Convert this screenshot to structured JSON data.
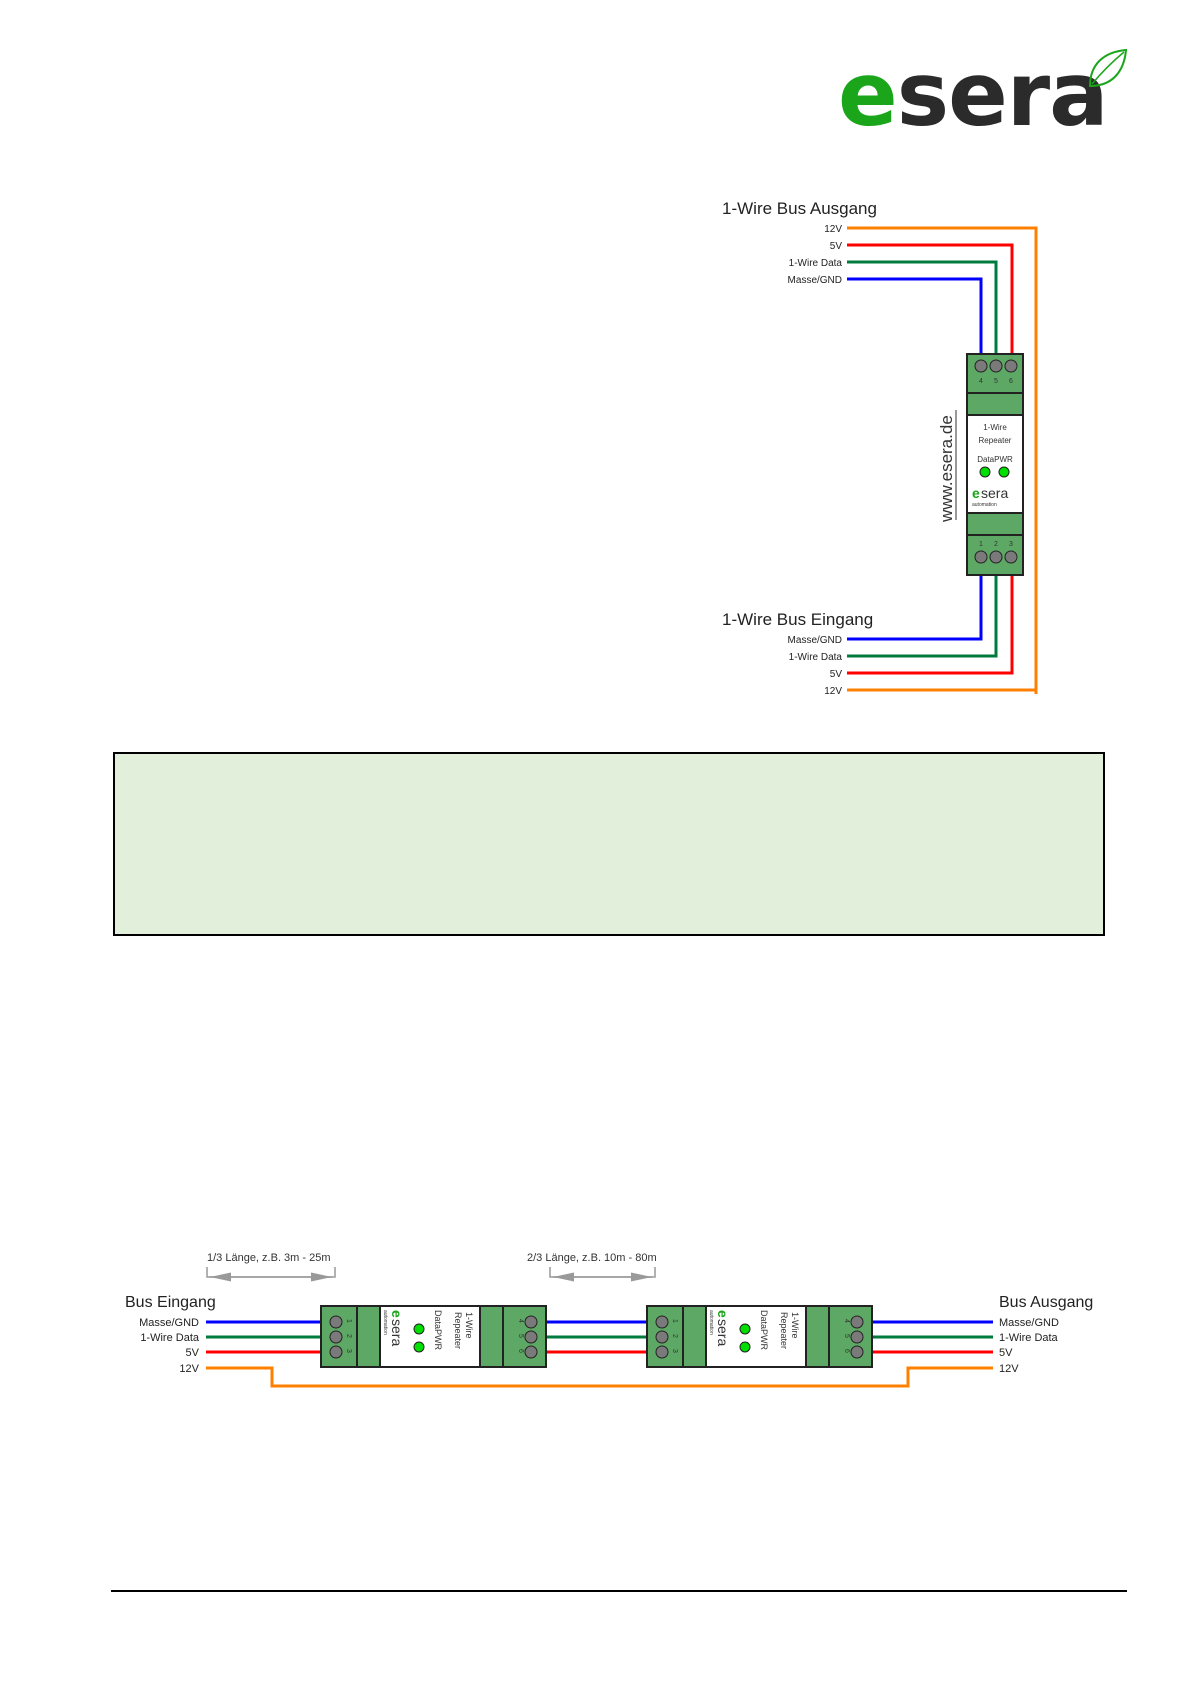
{
  "logo": {
    "brand_first": "e",
    "brand_rest": "sera",
    "brand_color": "#1aa51a"
  },
  "top_diagram": {
    "output_title": "1-Wire Bus Ausgang",
    "input_title": "1-Wire Bus Eingang",
    "output_wires": [
      {
        "label": "12V",
        "color": "#ff8000"
      },
      {
        "label": "5V",
        "color": "#ff0000"
      },
      {
        "label": "1-Wire Data",
        "color": "#007a3d"
      },
      {
        "label": "Masse/GND",
        "color": "#0000ff"
      }
    ],
    "input_wires": [
      {
        "label": "Masse/GND",
        "color": "#0000ff"
      },
      {
        "label": "1-Wire Data",
        "color": "#007a3d"
      },
      {
        "label": "5V",
        "color": "#ff0000"
      },
      {
        "label": "12V",
        "color": "#ff8000"
      }
    ],
    "website": "www.esera.de",
    "module": {
      "line1": "1-Wire",
      "line2": "Repeater",
      "led_labels": "DataPWR",
      "brand_first": "e",
      "brand_rest": "sera",
      "brand_sub": "automation",
      "top_pins": [
        "4",
        "5",
        "6"
      ],
      "bottom_pins": [
        "1",
        "2",
        "3"
      ]
    }
  },
  "note_box": {
    "text": ""
  },
  "bottom_diagram": {
    "input_title": "Bus Eingang",
    "output_title": "Bus Ausgang",
    "input_labels": [
      "Masse/GND",
      "1-Wire Data",
      "5V",
      "12V"
    ],
    "output_labels": [
      "Masse/GND",
      "1-Wire Data",
      "5V",
      "12V"
    ],
    "dimension_1": "1/3 Länge, z.B. 3m - 25m",
    "dimension_2": "2/3 Länge, z.B. 10m - 80m",
    "module": {
      "line1": "1-Wire",
      "line2": "Repeater",
      "led_labels": "DataPWR",
      "brand_first": "e",
      "brand_rest": "sera",
      "brand_sub": "automation",
      "in_pins": [
        "1",
        "2",
        "3"
      ],
      "out_pins": [
        "4",
        "5",
        "6"
      ]
    }
  },
  "colors": {
    "gnd": "#0000ff",
    "data": "#007a3d",
    "v5": "#ff0000",
    "v12": "#ff8000",
    "module_green": "#5ea865",
    "led_green": "#00e000"
  }
}
